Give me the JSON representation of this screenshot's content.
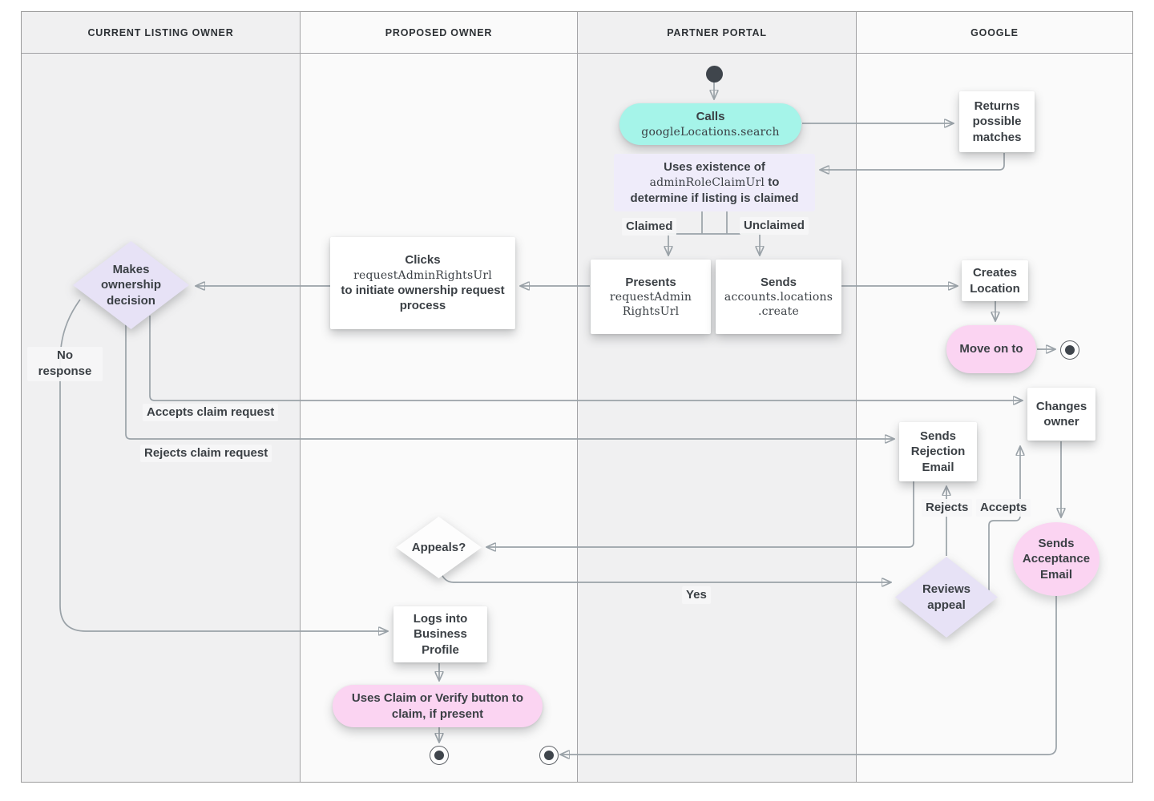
{
  "lanes": [
    {
      "label": "CURRENT LISTING OWNER"
    },
    {
      "label": "PROPOSED OWNER"
    },
    {
      "label": "PARTNER PORTAL"
    },
    {
      "label": "GOOGLE"
    }
  ],
  "nodes": {
    "calls": {
      "title": "Calls",
      "code": "googleLocations.search"
    },
    "returns_matches": {
      "label": "Returns possible matches"
    },
    "uses_existence": {
      "line1": "Uses existence of",
      "code": "adminRoleClaimUrl",
      "line2": "to",
      "line3": "determine if listing is claimed"
    },
    "presents": {
      "title": "Presents",
      "code": "requestAdmin\nRightsUrl"
    },
    "sends_create": {
      "title": "Sends",
      "code": "accounts.locations\n.create"
    },
    "clicks": {
      "title": "Clicks",
      "code": "requestAdminRightsUrl",
      "tail": "to initiate ownership request process"
    },
    "makes_decision": {
      "label": "Makes ownership decision"
    },
    "creates_location": {
      "label": "Creates Location"
    },
    "move_on": {
      "label": "Move on to"
    },
    "changes_owner": {
      "label": "Changes owner"
    },
    "sends_rejection": {
      "label": "Sends Rejection Email"
    },
    "reviews_appeal": {
      "label": "Reviews appeal"
    },
    "sends_acceptance": {
      "label": "Sends Acceptance Email"
    },
    "appeals": {
      "label": "Appeals?"
    },
    "logs_into": {
      "label": "Logs into Business Profile"
    },
    "uses_claim": {
      "label": "Uses Claim or Verify button to claim, if present"
    }
  },
  "edge_labels": {
    "claimed": "Claimed",
    "unclaimed": "Unclaimed",
    "no_response": "No response",
    "accepts_claim": "Accepts claim request",
    "rejects_claim": "Rejects claim request",
    "rejects": "Rejects",
    "accepts": "Accepts",
    "yes": "Yes"
  },
  "colors": {
    "teal": "#a5f4e9",
    "lavender": "#e7e2f6",
    "pink": "#fbd4f2",
    "line": "#9aa2a8",
    "text": "#3b4045",
    "lane_dark": "#f0f0f1",
    "lane_light": "#fafafa"
  }
}
